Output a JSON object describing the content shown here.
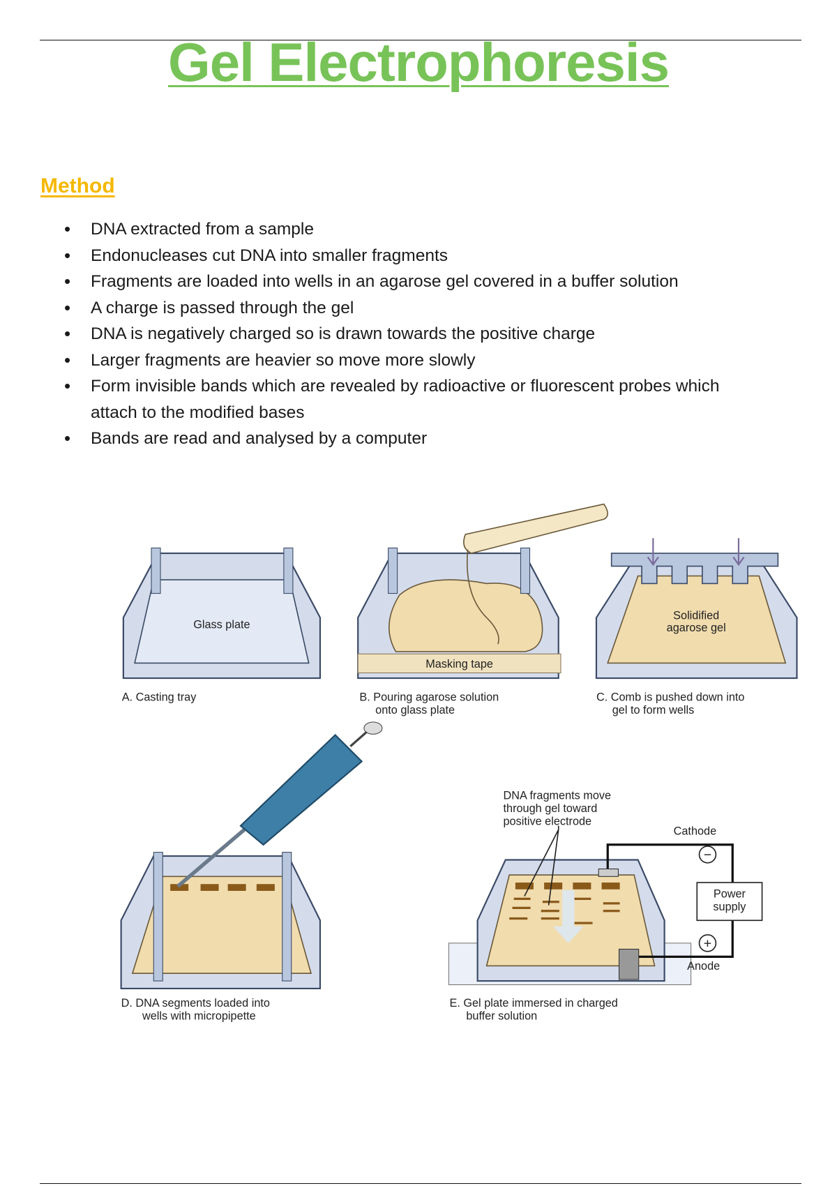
{
  "document": {
    "title": "Gel Electrophoresis",
    "section_heading": "Method",
    "bullets": [
      "DNA extracted from a sample",
      "Endonucleases cut DNA into smaller fragments",
      "Fragments are loaded into wells in an agarose gel covered in a buffer solution",
      "A charge is passed through the gel",
      "DNA is negatively charged so is drawn towards the positive charge",
      "Larger fragments are heavier so move more slowly",
      "Form invisible bands which are revealed by radioactive or fluorescent probes which attach to the modified bases",
      "Bands are read and analysed by a computer"
    ]
  },
  "diagram": {
    "panel_a": {
      "inner_label": "Glass plate",
      "caption": "A. Casting tray"
    },
    "panel_b": {
      "inner_label": "Masking tape",
      "caption_1": "B. Pouring agarose solution",
      "caption_2": "onto glass plate"
    },
    "panel_c": {
      "inner_label_1": "Solidified",
      "inner_label_2": "agarose gel",
      "caption_1": "C. Comb is pushed down into",
      "caption_2": "gel to form wells"
    },
    "panel_d": {
      "caption_1": "D.  DNA segments loaded into",
      "caption_2": "wells with micropipette"
    },
    "panel_e": {
      "annotation_1": "DNA fragments move",
      "annotation_2": "through gel toward",
      "annotation_3": "positive electrode",
      "cathode": "Cathode",
      "anode": "Anode",
      "power_1": "Power",
      "power_2": "supply",
      "minus": "−",
      "plus": "+",
      "caption_1": "E. Gel plate immersed in charged",
      "caption_2": "buffer solution"
    }
  },
  "colors": {
    "title": "#78c358",
    "heading": "#f5b800",
    "gel": "#f1dcae",
    "tray": "#c7d3e6"
  }
}
